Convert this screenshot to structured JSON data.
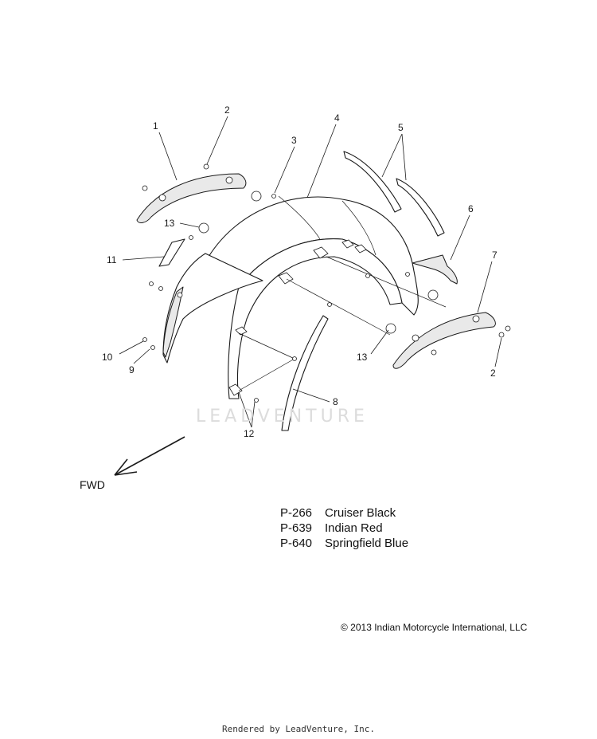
{
  "diagram": {
    "callouts": [
      {
        "id": "c1",
        "label": "1"
      },
      {
        "id": "c2a",
        "label": "2"
      },
      {
        "id": "c3",
        "label": "3"
      },
      {
        "id": "c4",
        "label": "4"
      },
      {
        "id": "c5",
        "label": "5"
      },
      {
        "id": "c6",
        "label": "6"
      },
      {
        "id": "c7",
        "label": "7"
      },
      {
        "id": "c8",
        "label": "8"
      },
      {
        "id": "c9",
        "label": "9"
      },
      {
        "id": "c10",
        "label": "10"
      },
      {
        "id": "c11",
        "label": "11"
      },
      {
        "id": "c12",
        "label": "12"
      },
      {
        "id": "c13a",
        "label": "13"
      },
      {
        "id": "c13b",
        "label": "13"
      },
      {
        "id": "c2b",
        "label": "2"
      }
    ],
    "fwd_label": "FWD",
    "watermark": "LEADVENTURE",
    "paint_codes": [
      {
        "code": "P-266",
        "name": "Cruiser Black"
      },
      {
        "code": "P-639",
        "name": "Indian Red"
      },
      {
        "code": "P-640",
        "name": "Springfield Blue"
      }
    ],
    "copyright": "© 2013 Indian Motorcycle International, LLC",
    "footer": "Rendered by LeadVenture, Inc."
  }
}
